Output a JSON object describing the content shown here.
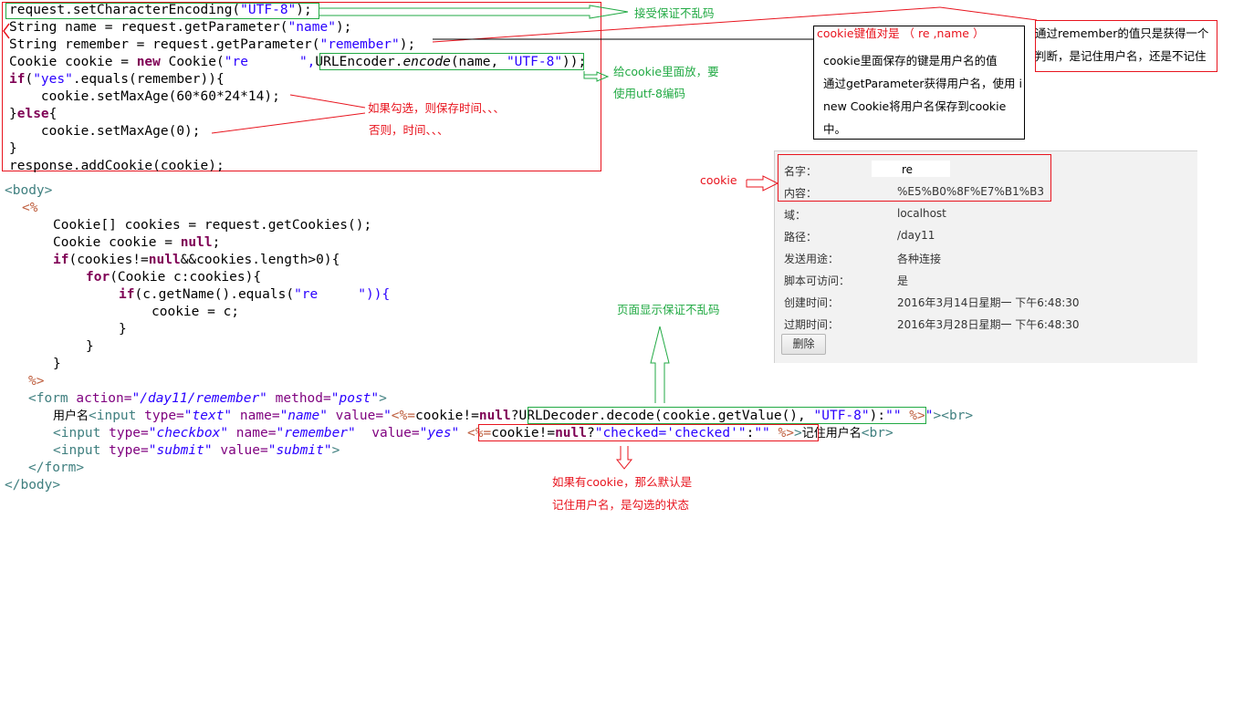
{
  "code_top": {
    "line1": [
      "request.setCharacterEncoding(",
      "\"UTF-8\"",
      ");"
    ],
    "line2": [
      "String name = request.getParameter(",
      "\"name\"",
      ");"
    ],
    "line3": [
      "String remember = request.getParameter(",
      "\"remember\"",
      ");"
    ],
    "line4": [
      "Cookie cookie = ",
      "new",
      " Cookie(",
      "\"re",
      "\",",
      "URLEncoder.",
      "encode",
      "(name, ",
      "\"UTF-8\"",
      "));"
    ],
    "line5": [
      "if",
      "(",
      "\"yes\"",
      ".equals(remember)){"
    ],
    "line6": "    cookie.setMaxAge(60*60*24*14);",
    "line7": [
      "}",
      "else",
      "{"
    ],
    "line8": "    cookie.setMaxAge(0);",
    "line9": "}",
    "line10": "response.addCookie(cookie);"
  },
  "code_bottom": {
    "body_open": "<body>",
    "jsp_open": "<%",
    "b1": "Cookie[] cookies = request.getCookies();",
    "b2": [
      "Cookie cookie = ",
      "null",
      ";"
    ],
    "b3": [
      "if",
      "(cookies!=",
      "null",
      "&&cookies.length>0){"
    ],
    "b4": [
      "for",
      "(Cookie c:cookies){"
    ],
    "b5": [
      "if",
      "(c.getName().equals(",
      "\"re",
      "\")){"
    ],
    "b6": "cookie = c;",
    "b7": "}",
    "b8": "}",
    "b9": "}",
    "jsp_close": "%>",
    "form_open": [
      "<form ",
      "action=",
      "\"/day11/remember\"",
      " method=",
      "\"post\"",
      ">"
    ],
    "f1": [
      "用户名",
      "<input ",
      "type=",
      "\"text\"",
      " name=",
      "\"name\"",
      " value=",
      "\"",
      "<%=",
      "cookie!=",
      "null",
      "?",
      "URLDecoder.decode(cookie.getValue(), ",
      "\"UTF-8\"",
      "):",
      "\"\"",
      " %>",
      "\"",
      "><br>"
    ],
    "f2": [
      "<input ",
      "type=",
      "\"checkbox\"",
      " name=",
      "\"remember\"",
      "  value=",
      "\"yes\"",
      " ",
      "<%=",
      "cookie!=",
      "null",
      "?",
      "\"checked='checked'\"",
      ":",
      "\"\"",
      " %>",
      ">",
      "记住用户名",
      "<br>"
    ],
    "f3": [
      "<input ",
      "type=",
      "\"submit\"",
      " value=",
      "\"submit\"",
      ">"
    ],
    "form_close": "</form>",
    "body_close": "</body>"
  },
  "annotations": {
    "encoding_note": "接受保证不乱码",
    "cookie_put_line1": "给cookie里面放，要",
    "cookie_put_line2": "使用utf-8编码",
    "checked_line1": "如果勾选，则保存时间、、、",
    "checked_line2": "否则，时间、、、",
    "remember_note_line1": "通过remember的值只是获得一个",
    "remember_note_line2": "判断，是记住用户名，还是不记住",
    "kv_title": "cookie键值对是 （ re             ,name ）",
    "kv_line1": "cookie里面保存的键是用户名的值",
    "kv_line2": "通过getParameter获得用户名，使用 i",
    "kv_line3": "new Cookie将用户名保存到cookie",
    "kv_line4": "中。",
    "cookie_label": "cookie",
    "page_display": "页面显示保证不乱码",
    "default_line1": "如果有cookie，那么默认是",
    "default_line2": "记住用户名，是勾选的状态"
  },
  "cookie_panel": {
    "rows": [
      {
        "label": "名字：",
        "value": "re"
      },
      {
        "label": "内容：",
        "value": "%E5%B0%8F%E7%B1%B3"
      },
      {
        "label": "域：",
        "value": "localhost"
      },
      {
        "label": "路径：",
        "value": "/day11"
      },
      {
        "label": "发送用途：",
        "value": "各种连接"
      },
      {
        "label": "脚本可访问：",
        "value": "是"
      },
      {
        "label": "创建时间：",
        "value": "2016年3月14日星期一 下午6:48:30"
      },
      {
        "label": "过期时间：",
        "value": "2016年3月28日星期一 下午6:48:30"
      }
    ],
    "delete_button": "删除"
  },
  "colors": {
    "red": "#e8141e",
    "green": "#22aa44",
    "keyword": "#7f0055",
    "string": "#2a00ff"
  }
}
